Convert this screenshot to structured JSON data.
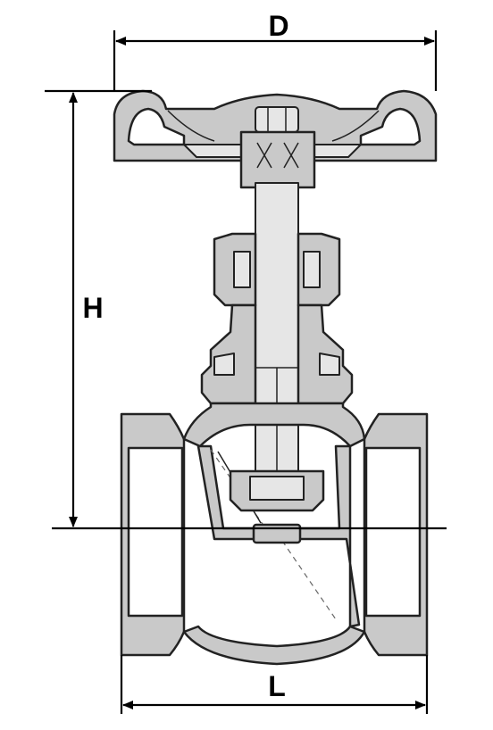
{
  "labels": {
    "width_dimension": "D",
    "height_dimension": "H",
    "length_dimension": "L"
  }
}
